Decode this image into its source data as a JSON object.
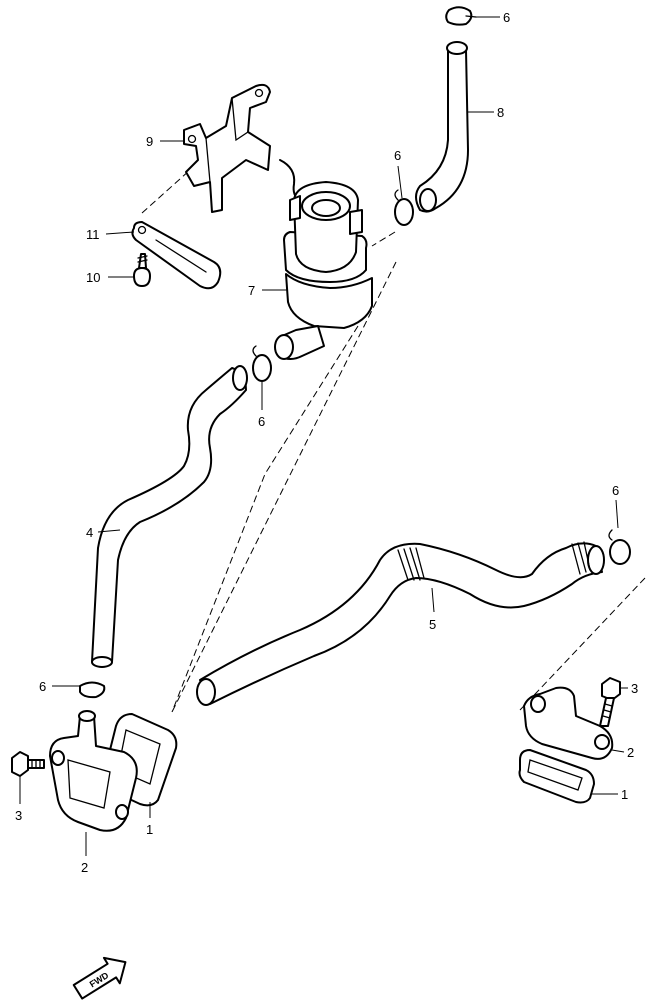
{
  "callouts": {
    "c1_left": "1",
    "c1_right": "1",
    "c2_left": "2",
    "c2_right": "2",
    "c3_left": "3",
    "c3_right": "3",
    "c4": "4",
    "c5": "5",
    "c6_top": "6",
    "c6_upper": "6",
    "c6_mid": "6",
    "c6_right": "6",
    "c6_left": "6",
    "c7": "7",
    "c8": "8",
    "c9": "9",
    "c10": "10",
    "c11": "11"
  },
  "fwd_label": "FWD"
}
